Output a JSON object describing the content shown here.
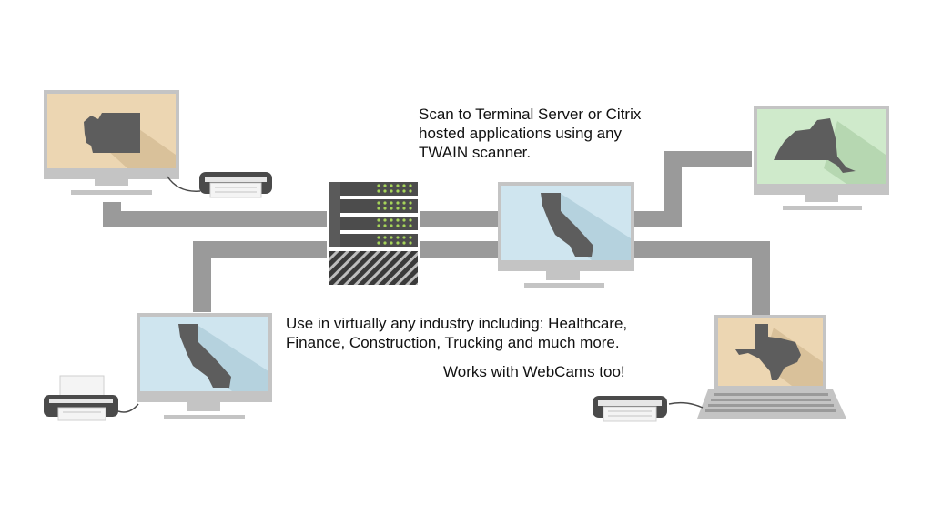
{
  "captions": {
    "scan_line1": "Scan to Terminal Server or Citrix",
    "scan_line2": "hosted applications using any",
    "scan_line3": "TWAIN scanner.",
    "industry_line1": "Use in virtually any industry including: Healthcare,",
    "industry_line2": "Finance, Construction, Trucking and much more.",
    "webcam": "Works with WebCams too!"
  },
  "icons": {
    "server": "server-rack-icon",
    "monitor": "monitor-icon",
    "laptop": "laptop-icon",
    "scanner": "document-scanner-icon",
    "printer": "printer-icon",
    "map_states": [
      "washington-state-map-icon",
      "new-york-state-map-icon",
      "california-state-map-icon",
      "texas-state-map-icon"
    ]
  },
  "colors": {
    "connector": "#9a9a9a",
    "device_frame": "#c4c4c4",
    "screen_tan": "#ecd6b2",
    "screen_green": "#cfeacb",
    "screen_blue": "#cfe5ef",
    "map_fill": "#5d5d5d",
    "server_body": "#4a4a4a",
    "server_led": "#a6d45a"
  }
}
